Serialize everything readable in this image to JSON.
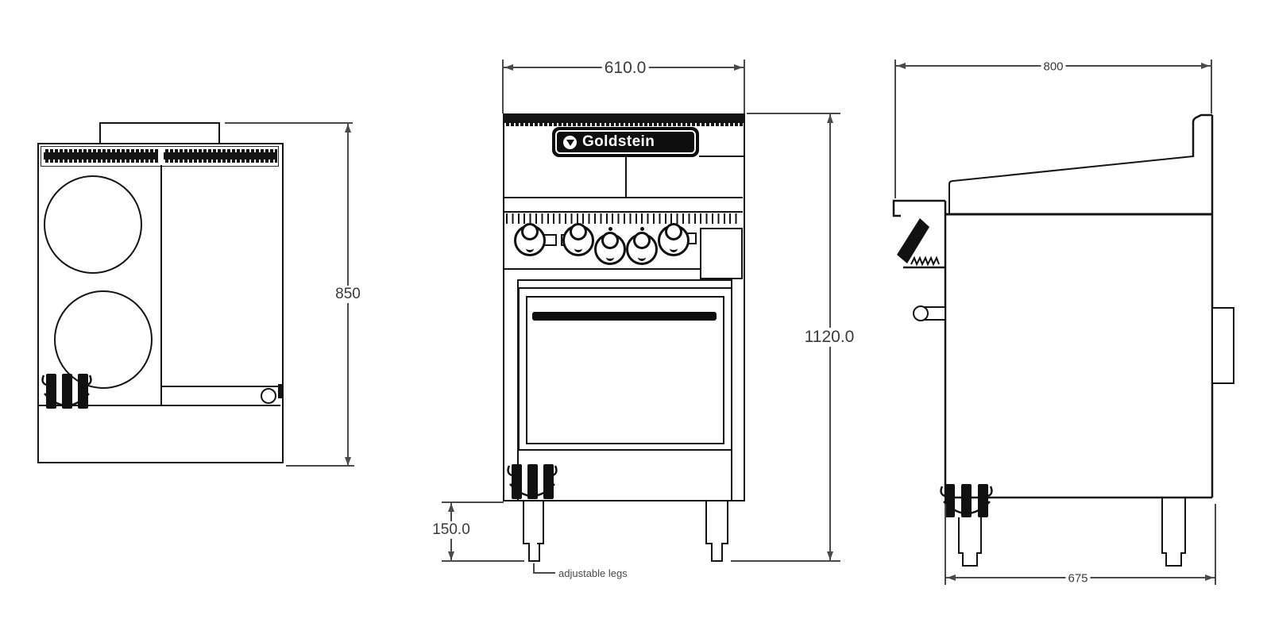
{
  "views": {
    "plan": {
      "dim_height": "850"
    },
    "front": {
      "brand_label": "Goldstein",
      "dim_width": "610.0",
      "dim_total_height": "1120.0",
      "dim_leg_height": "150.0",
      "note_adjustable_legs": "adjustable legs"
    },
    "side": {
      "dim_depth_top": "800",
      "dim_depth_bottom": "675"
    }
  },
  "colors": {
    "background": "#ffffff",
    "object_line": "#141414",
    "dimension_line": "#4a4a4a",
    "dimension_text": "#3a3a3a",
    "logo_background": "#0e0e0e",
    "logo_text": "#ffffff"
  }
}
